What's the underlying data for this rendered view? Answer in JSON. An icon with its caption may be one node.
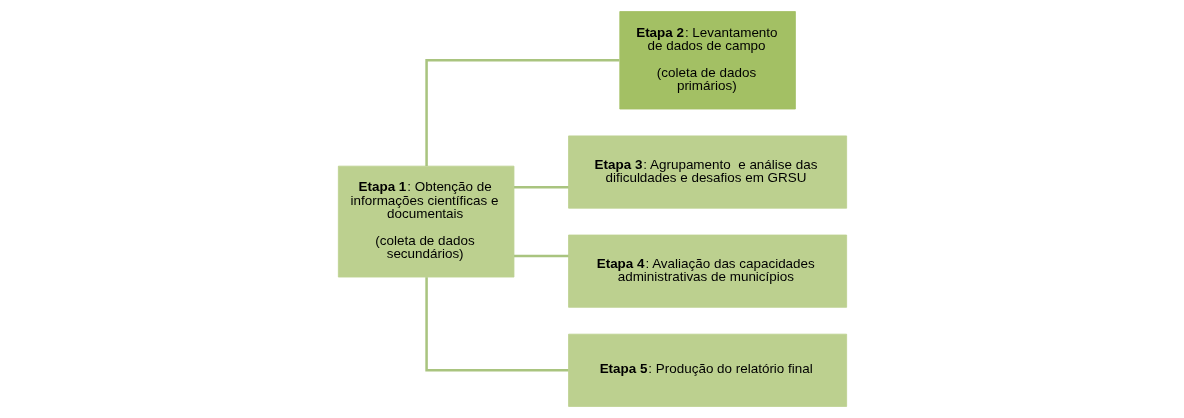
{
  "diagram": {
    "nodes": [
      {
        "text": [
          "**Etapa 1**: Obtenção de informações científicas e documentais",
          "(coleta de dados secundários)"
        ]
      },
      {
        "text": [
          "**Etapa 2**: Levantamento de dados de campo",
          "(coleta de dados primários)"
        ]
      },
      {
        "text": [
          "**Etapa 3**: Agrupamento  e análise das dificuldades e desafios em GRSU"
        ]
      },
      {
        "text": [
          "**Etapa 4**: Avaliação das capacidades administrativas de municípios"
        ]
      },
      {
        "text": [
          "**Etapa 5**: Produção do relatório final"
        ]
      }
    ],
    "edges": [
      {
        "from": 0,
        "to": 1,
        "arrow": "none"
      },
      {
        "from": 0,
        "to": 2,
        "arrow": "none"
      },
      {
        "from": 0,
        "to": 3,
        "arrow": "none"
      },
      {
        "from": 0,
        "to": 4,
        "arrow": "none"
      }
    ]
  }
}
